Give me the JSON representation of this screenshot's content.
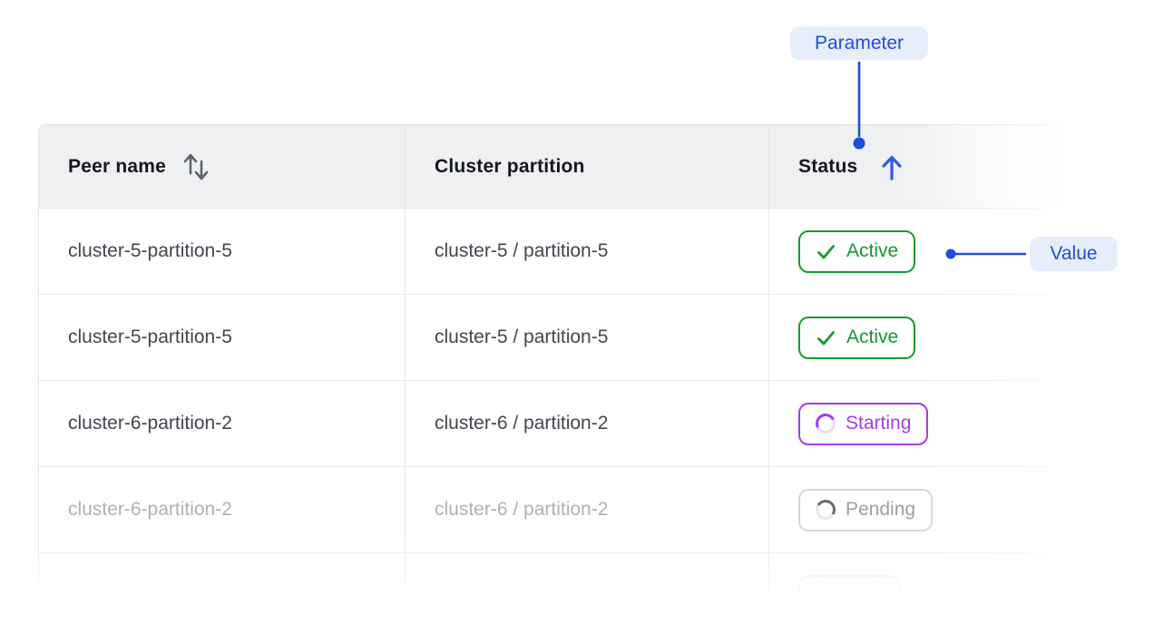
{
  "callouts": {
    "parameter_label": "Parameter",
    "value_label": "Value"
  },
  "colors": {
    "accent_blue": "#1d4fd7",
    "callout_bg": "#e7eefb",
    "active_green": "#129a2f",
    "starting_purple": "#a43be6",
    "pending_gray": "#9ba0a7",
    "header_bg": "#eff0f2"
  },
  "table": {
    "columns": [
      {
        "id": "peer_name",
        "label": "Peer name",
        "sort_icon": "sort-both-icon"
      },
      {
        "id": "cluster_partition",
        "label": "Cluster partition",
        "sort_icon": null
      },
      {
        "id": "status",
        "label": "Status",
        "sort_icon": "sort-ascending-icon"
      }
    ],
    "rows": [
      {
        "peer_name": "cluster-5-partition-5",
        "cluster_partition": "cluster-5 / partition-5",
        "status": {
          "label": "Active",
          "kind": "active"
        },
        "faded": false
      },
      {
        "peer_name": "cluster-5-partition-5",
        "cluster_partition": "cluster-5 / partition-5",
        "status": {
          "label": "Active",
          "kind": "active"
        },
        "faded": false
      },
      {
        "peer_name": "cluster-6-partition-2",
        "cluster_partition": "cluster-6 / partition-2",
        "status": {
          "label": "Starting",
          "kind": "starting"
        },
        "faded": false
      },
      {
        "peer_name": "cluster-6-partition-2",
        "cluster_partition": "cluster-6 / partition-2",
        "status": {
          "label": "Pending",
          "kind": "pending"
        },
        "faded": true
      },
      {
        "peer_name": "",
        "cluster_partition": "",
        "status": {
          "label": "",
          "kind": "ghost"
        },
        "faded": true
      }
    ]
  }
}
